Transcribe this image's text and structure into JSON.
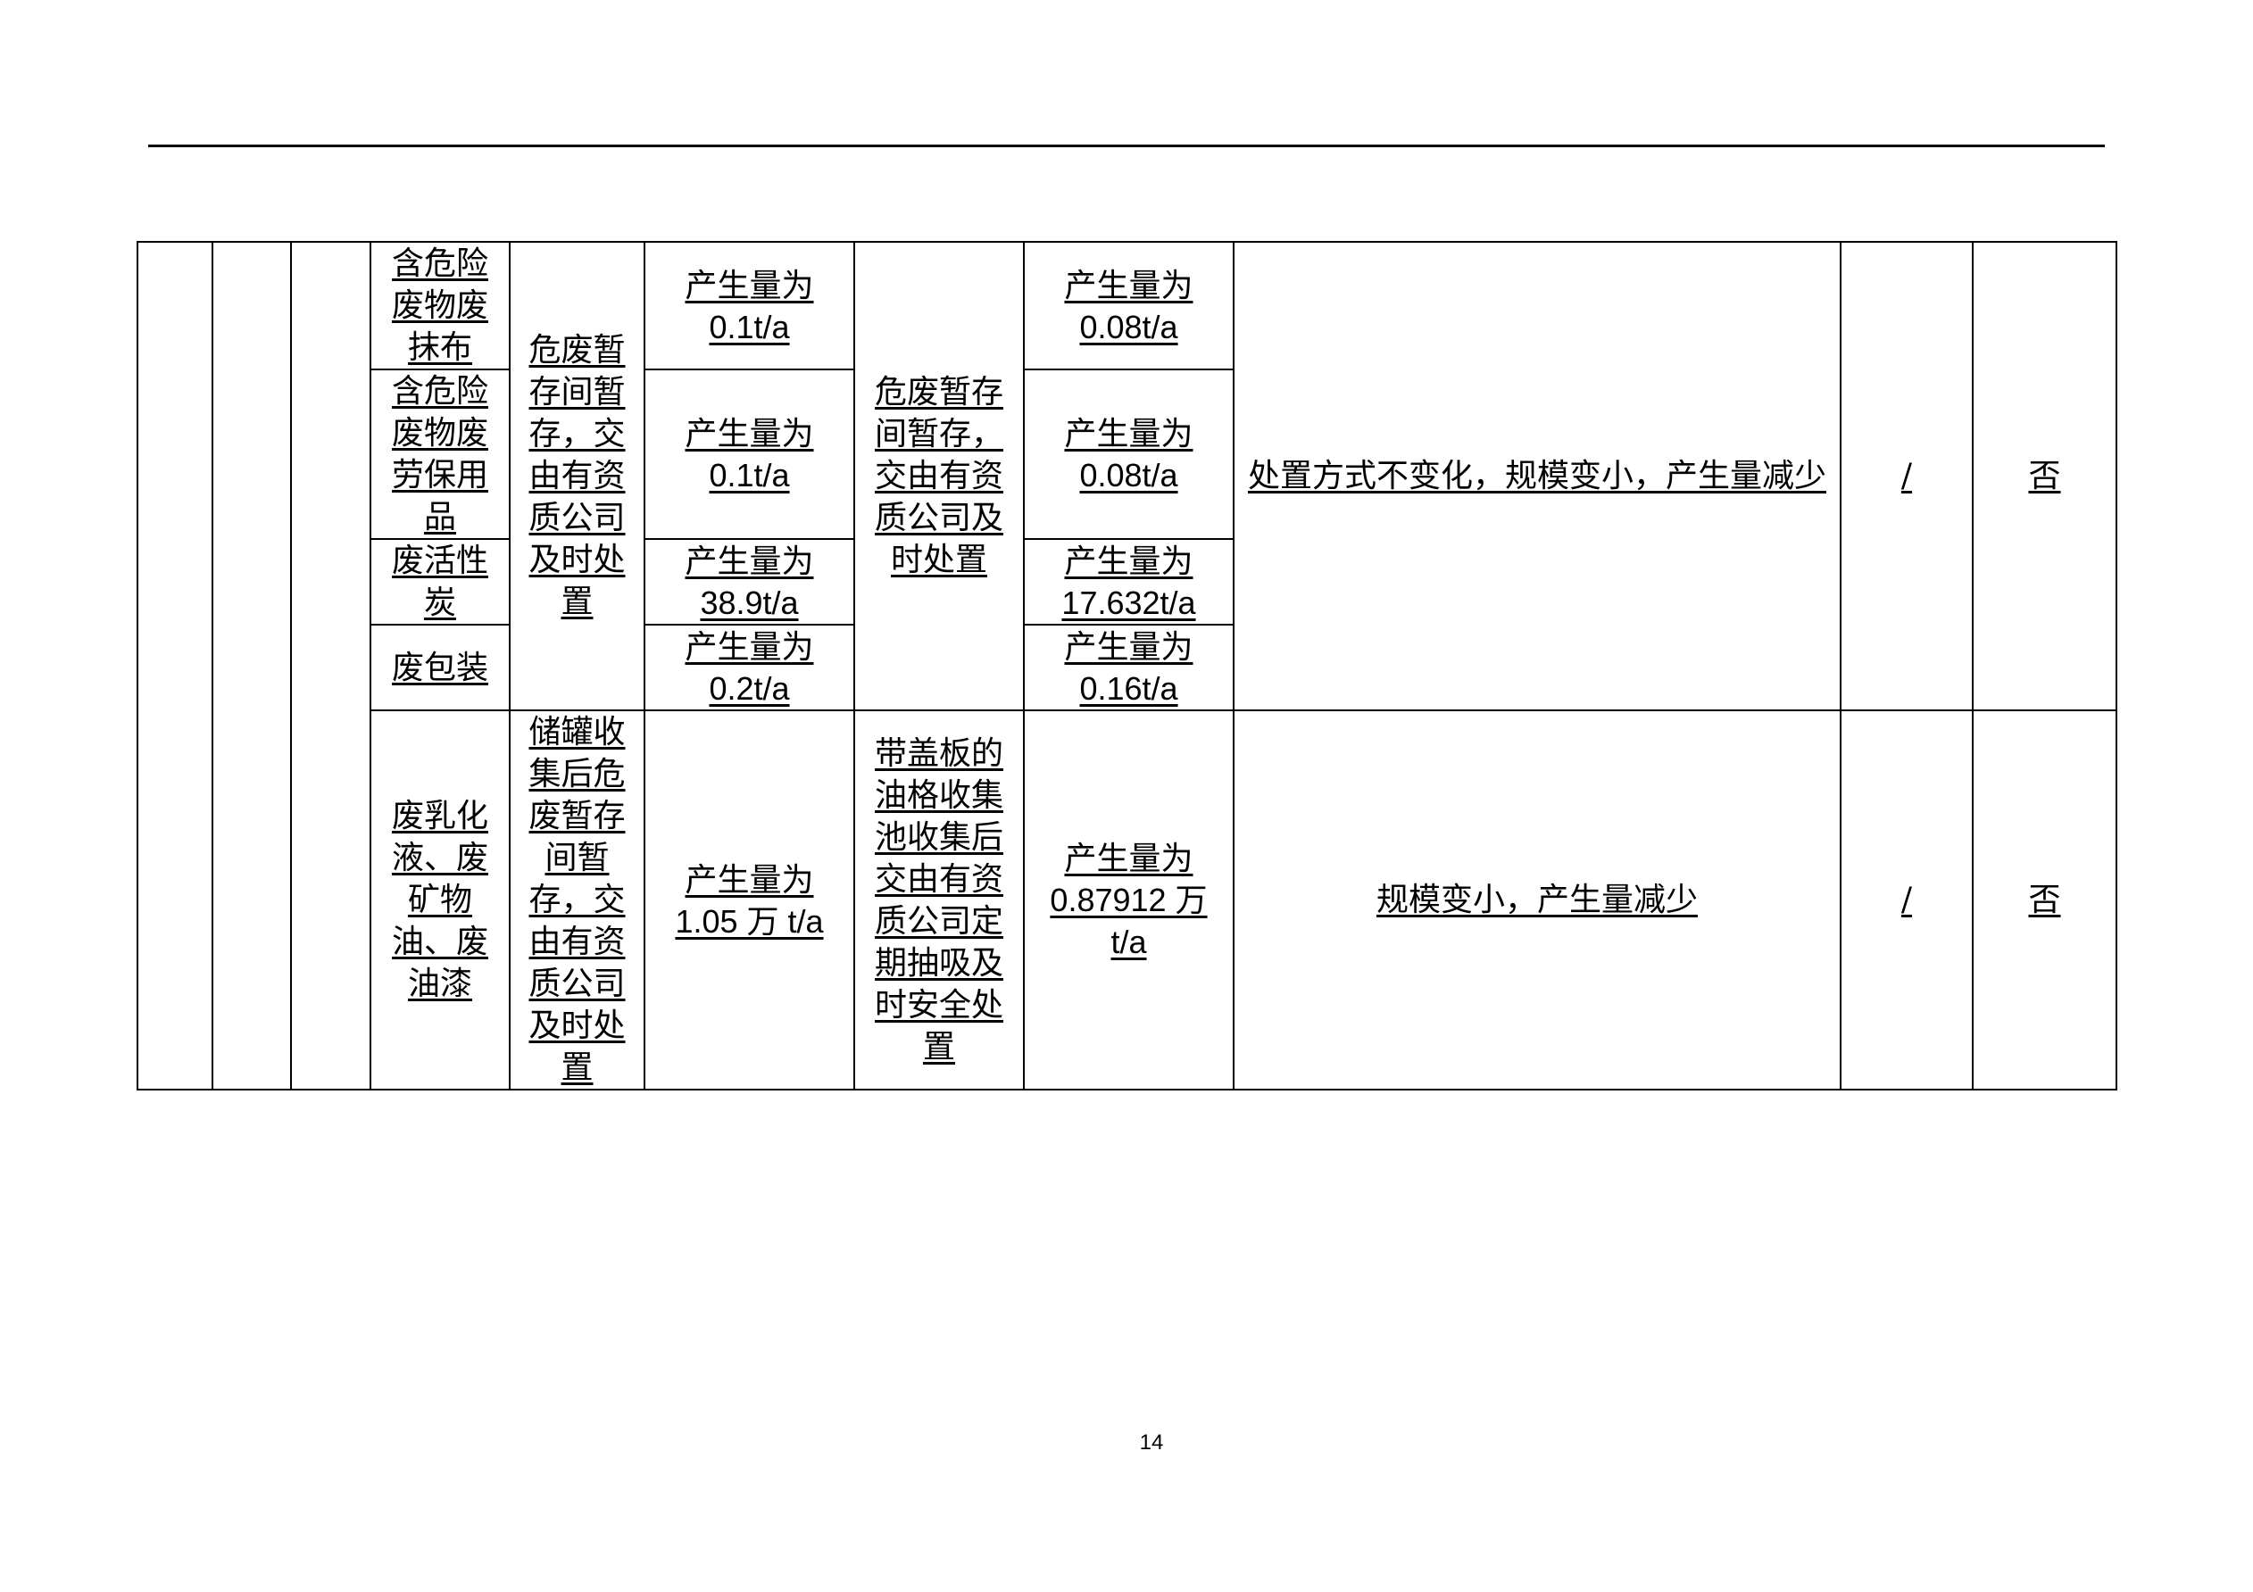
{
  "rows": [
    {
      "waste": "含危险\n废物废\n抹布",
      "before": "产生量为\n0.1t/a",
      "after": "产生量为\n0.08t/a"
    },
    {
      "waste": "含危险\n废物废\n劳保用\n品",
      "before": "产生量为\n0.1t/a",
      "after": "产生量为\n0.08t/a"
    },
    {
      "waste": "废活性\n炭",
      "before": "产生量为\n38.9t/a",
      "after": "产生量为\n17.632t/a"
    },
    {
      "waste": "废包装",
      "before": "产生量为\n0.2t/a",
      "after": "产生量为\n0.16t/a"
    },
    {
      "waste": "废乳化\n液、废\n矿物\n油、废\n油漆",
      "before_disposal": "储罐收\n集后危\n废暂存\n间暂\n存，交\n由有资\n质公司\n及时处\n置",
      "before": "产生量为\n1.05 万 t/a",
      "after_disposal": "带盖板的\n油格收集\n池收集后\n交由有资\n质公司定\n期抽吸及\n时安全处\n置",
      "after": "产生量为\n0.87912 万\nt/a",
      "change": "规模变小，产生量减少",
      "col10": "/",
      "col11": "否"
    }
  ],
  "group1": {
    "before_disposal": "危废暂\n存间暂\n存，交\n由有资\n质公司\n及时处\n置",
    "after_disposal": "危废暂存\n间暂存，\n交由有资\n质公司及\n时处置",
    "change": "处置方式不变化，规模变小，产生量减少",
    "col10": "/",
    "col11": "否"
  },
  "page_number": "14"
}
